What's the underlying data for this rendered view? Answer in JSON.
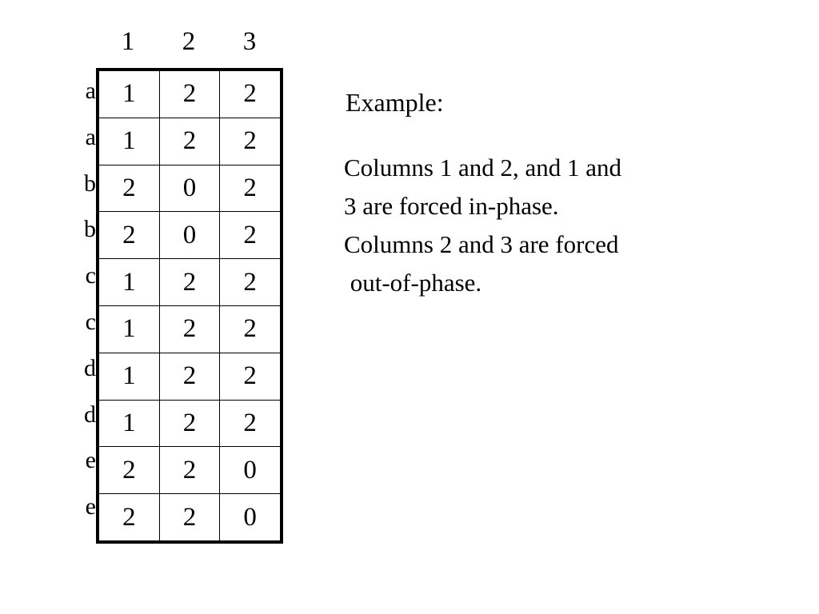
{
  "slide": {
    "background_color": "#ffffff",
    "text_color": "#000000",
    "border_color": "#000000"
  },
  "table": {
    "column_headers": [
      "1",
      "2",
      "3"
    ],
    "row_labels": [
      "a",
      "a",
      "b",
      "b",
      "c",
      "c",
      "d",
      "d",
      "e",
      "e"
    ],
    "rows": [
      [
        "1",
        "2",
        "2"
      ],
      [
        "1",
        "2",
        "2"
      ],
      [
        "2",
        "0",
        "2"
      ],
      [
        "2",
        "0",
        "2"
      ],
      [
        "1",
        "2",
        "2"
      ],
      [
        "1",
        "2",
        "2"
      ],
      [
        "1",
        "2",
        "2"
      ],
      [
        "1",
        "2",
        "2"
      ],
      [
        "2",
        "2",
        "0"
      ],
      [
        "2",
        "2",
        "0"
      ]
    ]
  },
  "notes": {
    "title": "Example:",
    "lines": [
      "Columns 1 and 2, and 1 and",
      "3 are forced in-phase.",
      "Columns 2 and 3 are forced",
      " out-of-phase."
    ]
  }
}
